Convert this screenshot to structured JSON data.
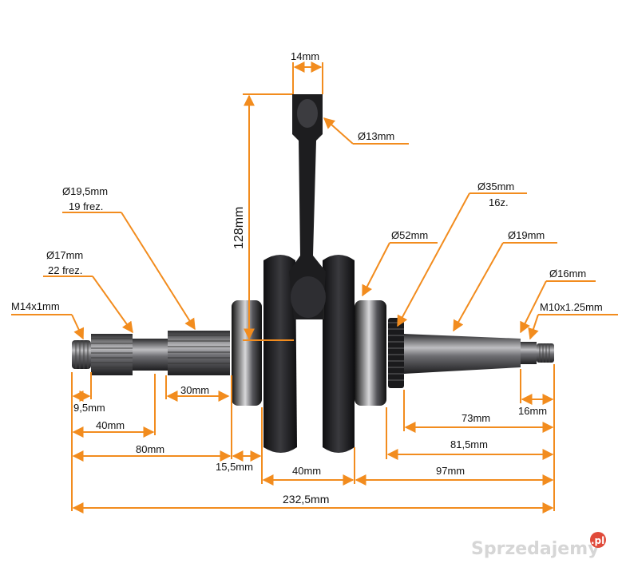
{
  "dimensions": {
    "pin_width": "14mm",
    "pin_diameter": "Ø13mm",
    "rod_length": "128mm",
    "left_spline_diameter": "Ø19,5mm",
    "left_spline_teeth": "19 frez.",
    "left_inner_spline_diameter": "Ø17mm",
    "left_inner_spline_teeth": "22 frez.",
    "left_thread": "M14x1mm",
    "bearing_diameter": "Ø52mm",
    "gear_diameter": "Ø35mm",
    "gear_teeth": "16z.",
    "right_shaft_diameter": "Ø19mm",
    "right_tip_diameter": "Ø16mm",
    "right_thread": "M10x1.25mm",
    "left_thread_length": "9,5mm",
    "left_spline_length": "30mm",
    "left_40": "40mm",
    "left_80": "80mm",
    "left_bearing_width": "15,5mm",
    "web_span": "40mm",
    "right_73": "73mm",
    "right_16": "16mm",
    "right_81_5": "81,5mm",
    "right_97": "97mm",
    "total_length": "232,5mm"
  },
  "watermark": {
    "text": "Sprzedajemy",
    "suffix": ".pl"
  },
  "colors": {
    "dimension_line": "#f28c1e",
    "part_dark": "#1c1c1e",
    "steel": "#8c8c90"
  }
}
